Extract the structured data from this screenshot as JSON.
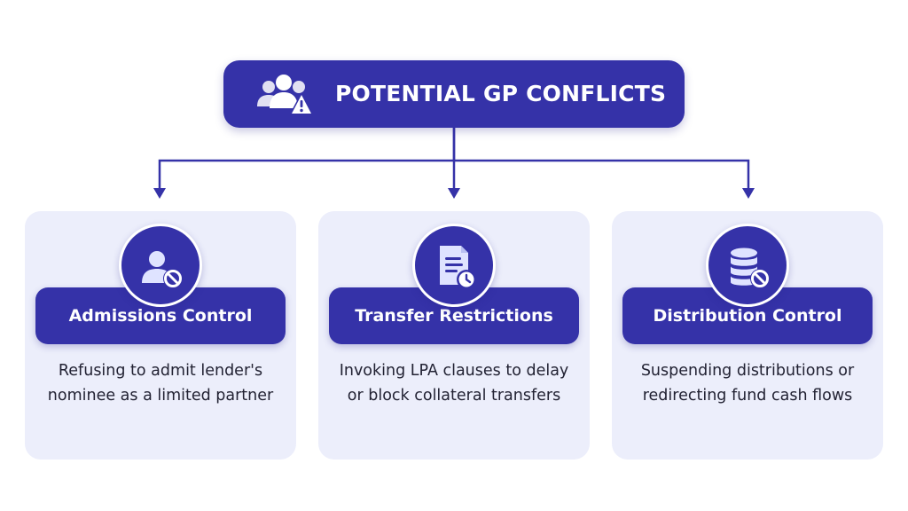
{
  "diagram": {
    "root": {
      "title": "POTENTIAL GP CONFLICTS",
      "icon": "users-warning-icon"
    },
    "nodes": [
      {
        "title": "Admissions Control",
        "description": "Refusing to admit lender's nominee as a limited partner",
        "icon": "user-blocked-icon"
      },
      {
        "title": "Transfer Restrictions",
        "description": "Invoking LPA clauses to delay or block collateral transfers",
        "icon": "document-clock-icon"
      },
      {
        "title": "Distribution Control",
        "description": "Suspending distributions or redirecting fund cash flows",
        "icon": "database-blocked-icon"
      }
    ],
    "edges": [
      {
        "from": "POTENTIAL GP CONFLICTS",
        "to": "Admissions Control"
      },
      {
        "from": "POTENTIAL GP CONFLICTS",
        "to": "Transfer Restrictions"
      },
      {
        "from": "POTENTIAL GP CONFLICTS",
        "to": "Distribution Control"
      }
    ]
  },
  "colors": {
    "primary": "#3532a8",
    "card_background": "#eceefb",
    "icon_foreground": "#ffffff",
    "icon_accent": "#dfe3ff",
    "text": "#222233"
  }
}
